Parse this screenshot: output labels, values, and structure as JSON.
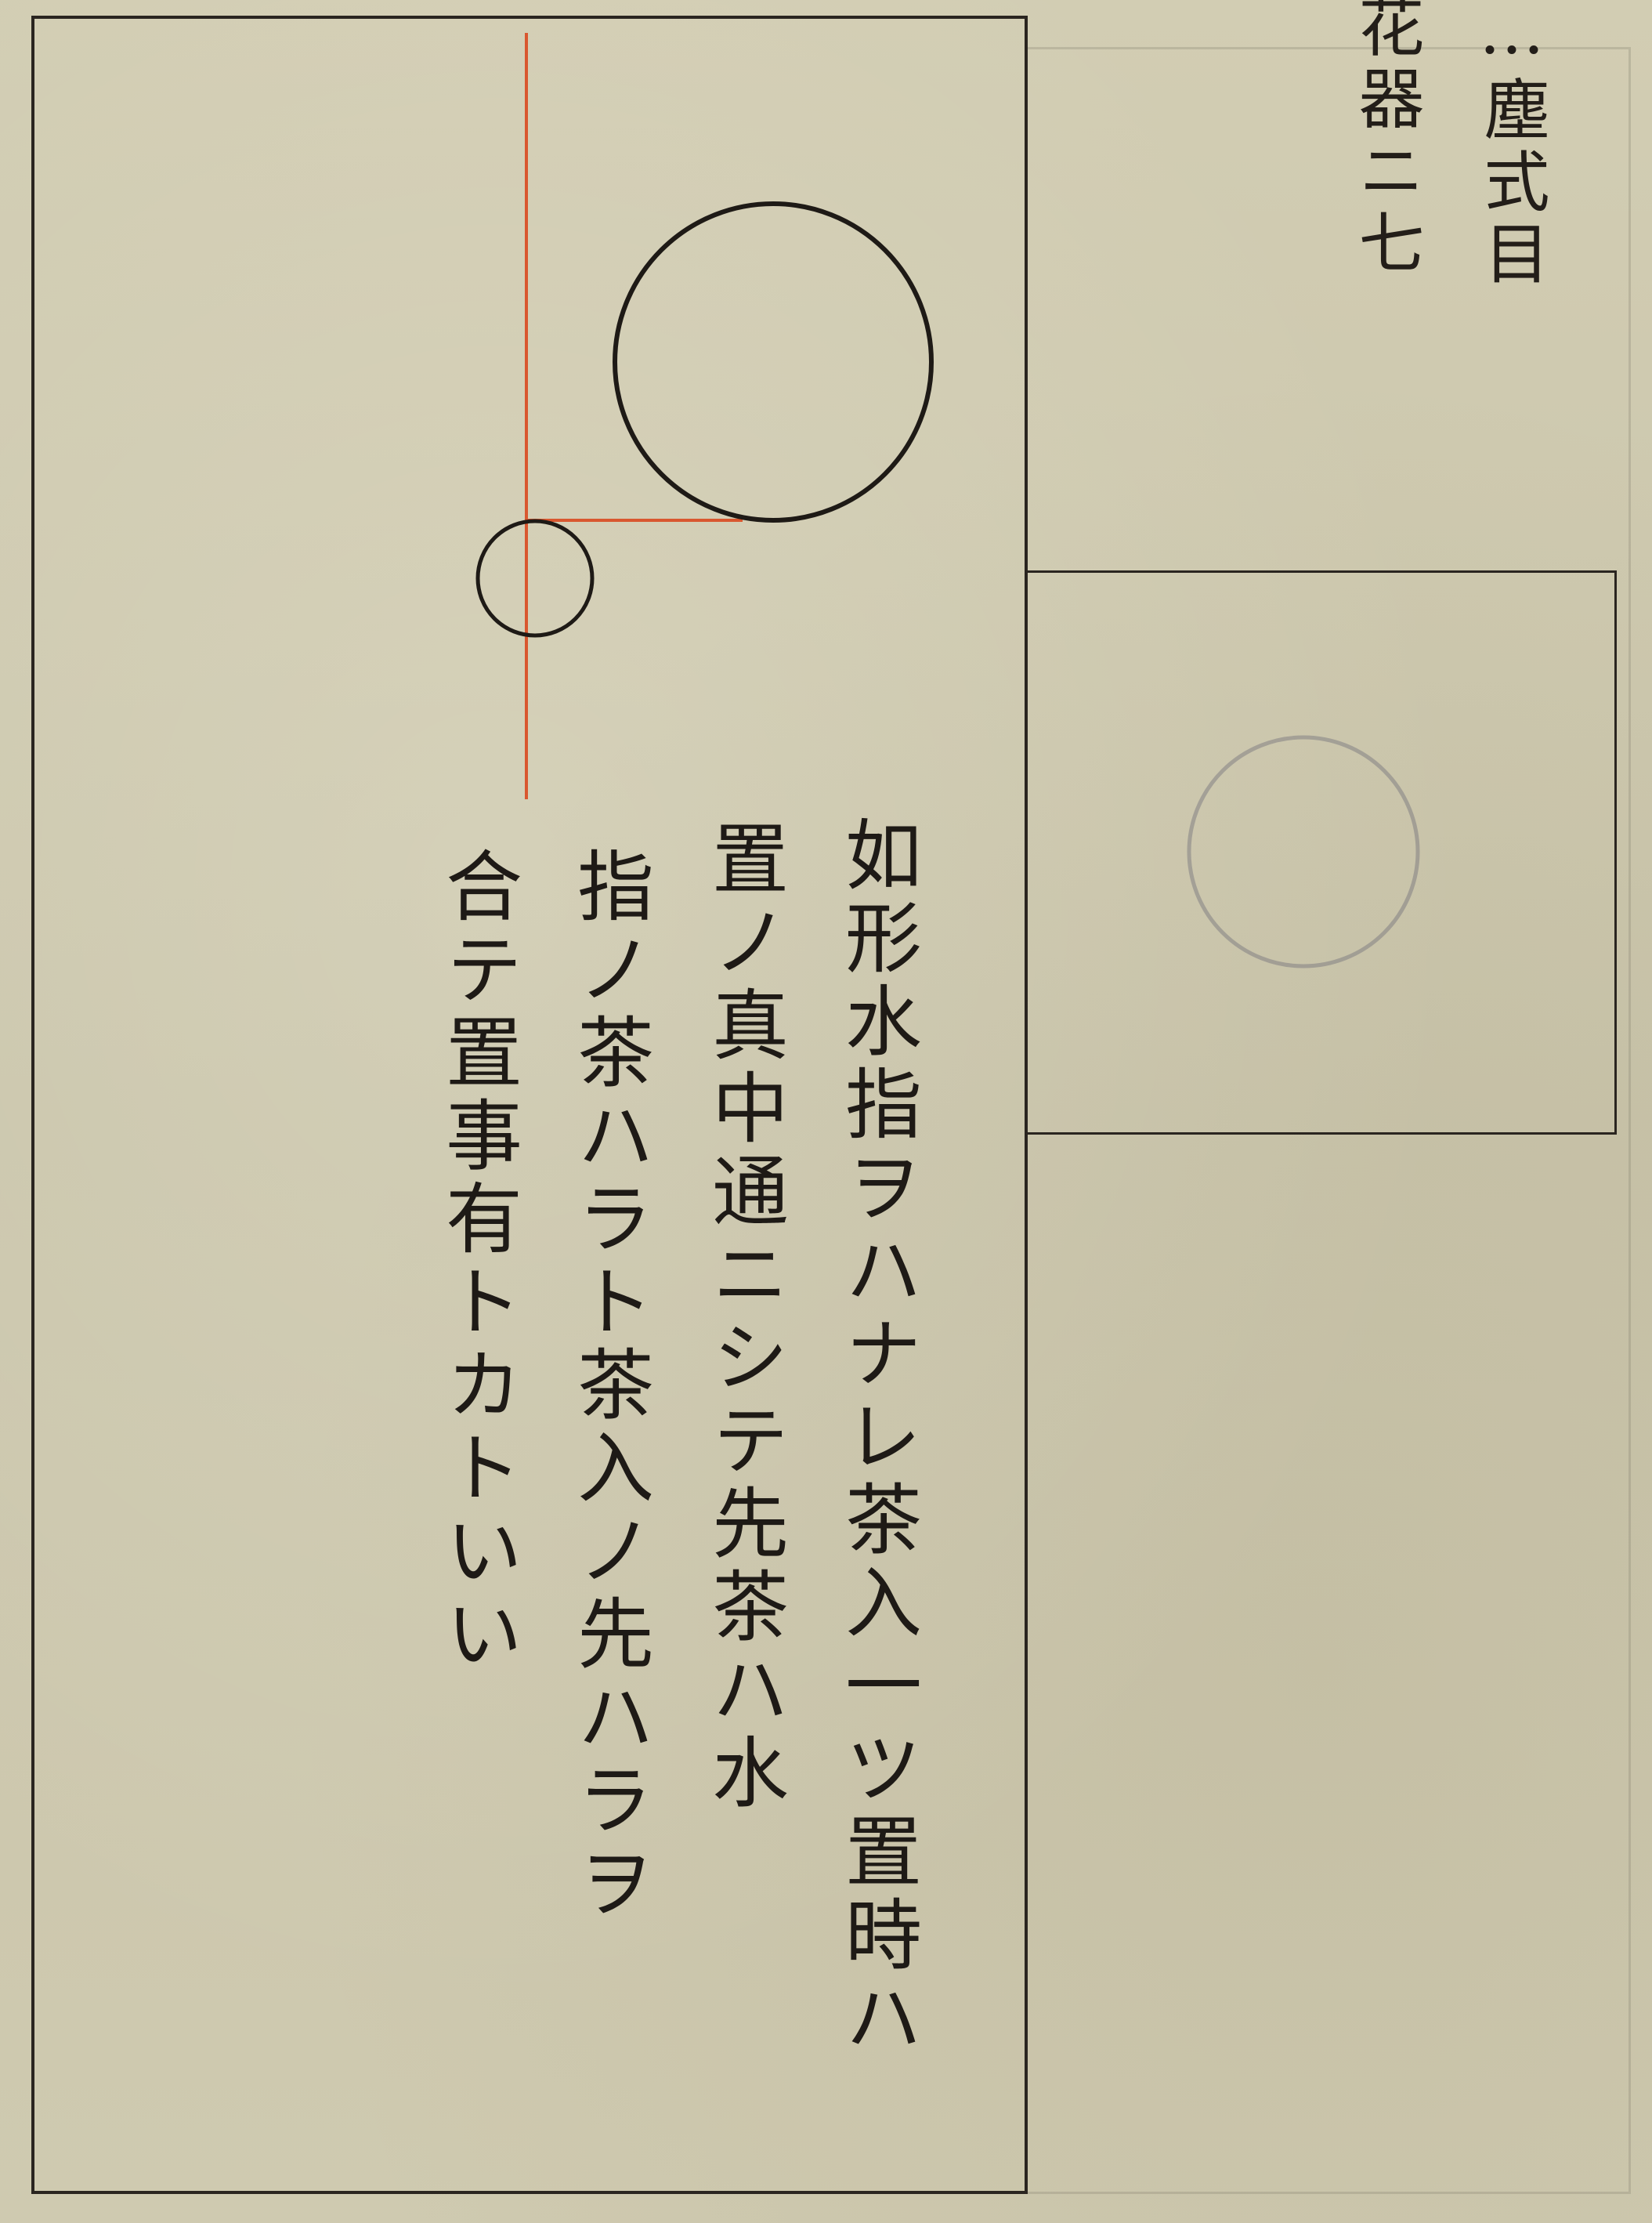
{
  "header": {
    "columns": [
      "…塵式目",
      "花器ニ七"
    ]
  },
  "annotation": {
    "columns": [
      "如形水指ヲハナレ茶入一ツ置時ハ",
      "置ノ真中通ニシテ先茶ハ水",
      "指ノ茶ハラト茶入ノ先ハラヲ",
      "合テ置事有トカトいい"
    ]
  },
  "colors": {
    "paper": "#cdc8ae",
    "ink": "#1e1a16",
    "red_guide": "#d9572f"
  }
}
